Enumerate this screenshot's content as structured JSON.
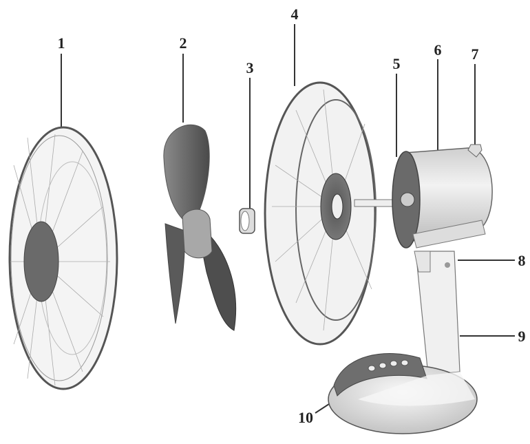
{
  "diagram": {
    "type": "exploded-view",
    "subject": "desk fan",
    "parts": [
      {
        "number": "1",
        "label": "1",
        "component": "front-grille"
      },
      {
        "number": "2",
        "label": "2",
        "component": "blade"
      },
      {
        "number": "3",
        "label": "3",
        "component": "blade-cap-nut"
      },
      {
        "number": "4",
        "label": "4",
        "component": "rear-grille"
      },
      {
        "number": "5",
        "label": "5",
        "component": "motor-front-cover"
      },
      {
        "number": "6",
        "label": "6",
        "component": "motor-housing"
      },
      {
        "number": "7",
        "label": "7",
        "component": "oscillation-knob"
      },
      {
        "number": "8",
        "label": "8",
        "component": "tilt-joint"
      },
      {
        "number": "9",
        "label": "9",
        "component": "stand-pole"
      },
      {
        "number": "10",
        "label": "10",
        "component": "base-with-switches"
      }
    ]
  },
  "colors": {
    "background": "#ffffff",
    "line": "#333333",
    "dark_part": "#6e6e6e",
    "light_part": "#e4e4e4"
  }
}
